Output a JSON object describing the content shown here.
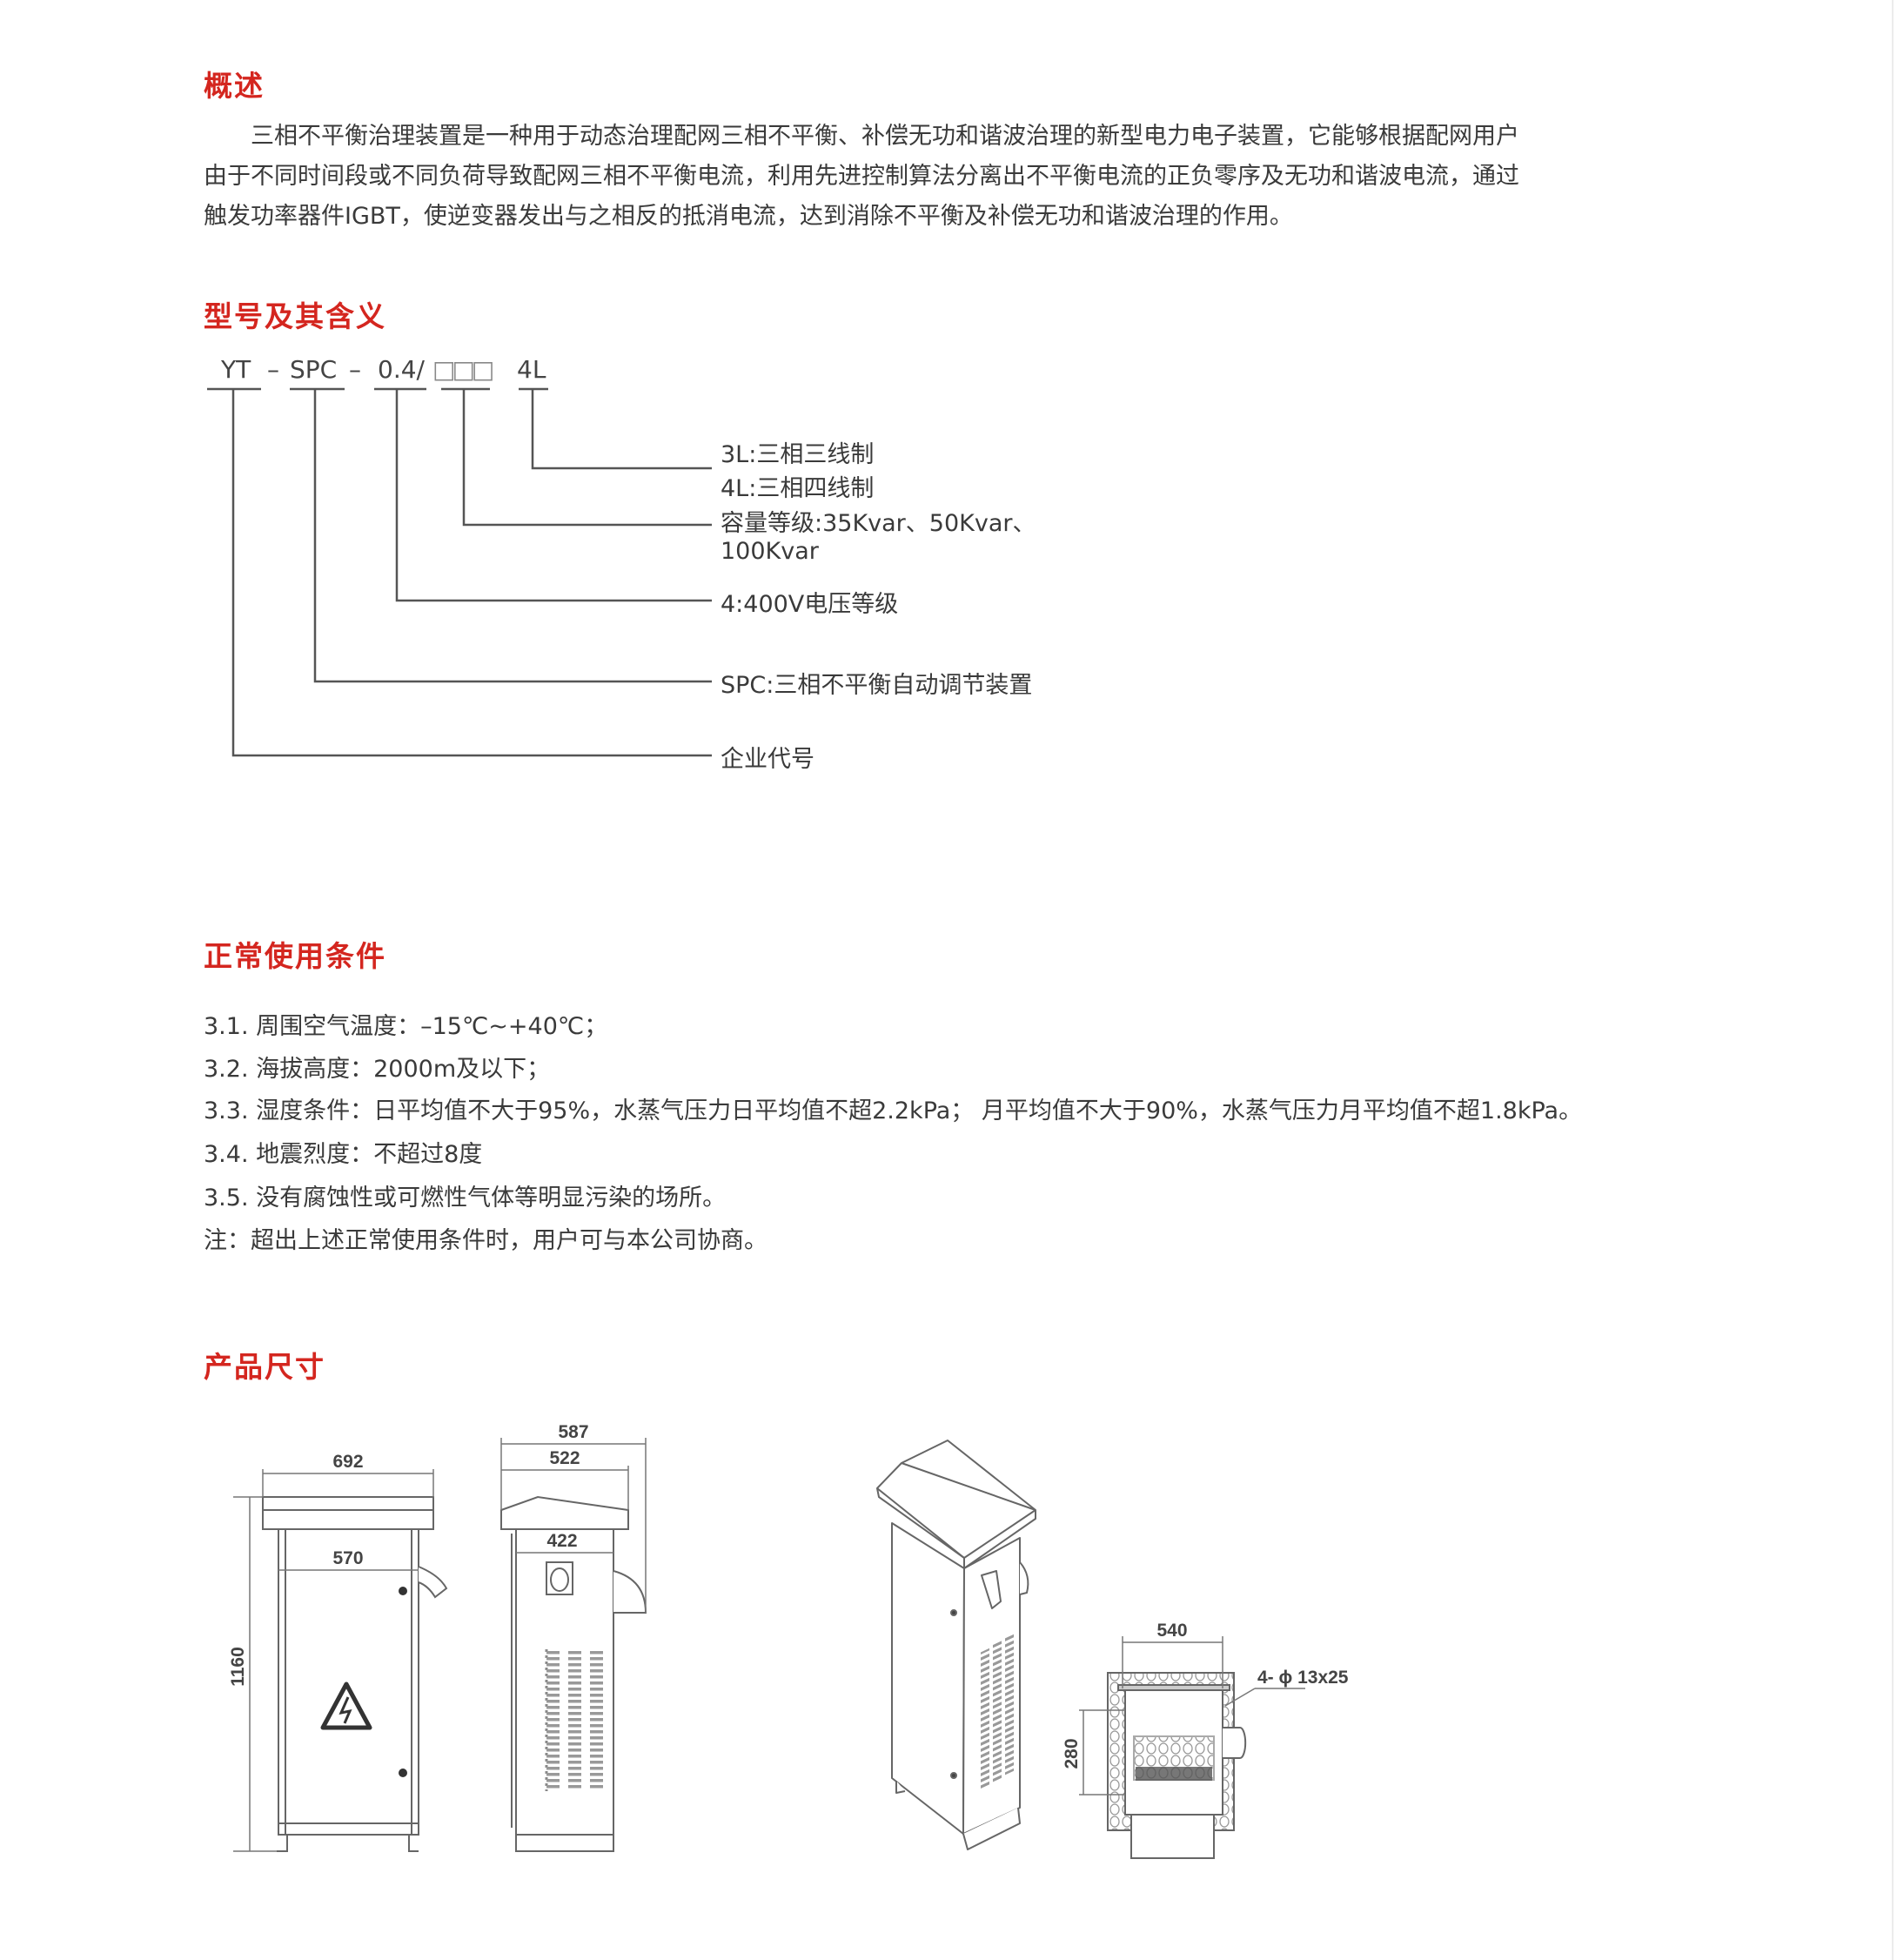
{
  "overview": {
    "heading": "概述",
    "lines": [
      "　　三相不平衡治理装置是一种用于动态治理配网三相不平衡、补偿无功和谐波治理的新型电力电子装置，它能够根据配网用户",
      "由于不同时间段或不同负荷导致配网三相不平衡电流，利用先进控制算法分离出不平衡电流的正负零序及无功和谐波电流，通过",
      "触发功率器件IGBT，使逆变器发出与之相反的抵消电流，达到消除不平衡及补偿无功和谐波治理的作用。"
    ]
  },
  "model": {
    "heading": "型号及其含义",
    "code": {
      "p1": "YT",
      "d1": "–",
      "p2": "SPC",
      "d2": "–",
      "p3": "0.4/",
      "p4": "□□□",
      "p5": "4L"
    },
    "labels": {
      "wiring_3l": "3L:三相三线制",
      "wiring_4l": "4L:三相四线制",
      "capacity": "容量等级:35Kvar、50Kvar、",
      "capacity_cont": "100Kvar",
      "voltage": "4:400V电压等级",
      "spc": "SPC:三相不平衡自动调节装置",
      "company": "企业代号"
    }
  },
  "conditions": {
    "heading": "正常使用条件",
    "items": [
      "3.1. 周围空气温度：–15℃~+40℃；",
      "3.2. 海拔高度：2000m及以下；",
      "3.3. 湿度条件：日平均值不大于95%，水蒸气压力日平均值不超2.2kPa；  月平均值不大于90%，水蒸气压力月平均值不超1.8kPa。",
      "3.4. 地震烈度：不超过8度",
      "3.5. 没有腐蚀性或可燃性气体等明显污染的场所。",
      "注：超出上述正常使用条件时，用户可与本公司协商。"
    ]
  },
  "dimensions": {
    "heading": "产品尺寸",
    "front": {
      "width_top": "692",
      "width_body": "570",
      "height": "1160"
    },
    "side": {
      "depth_total": "587",
      "depth_roof": "522",
      "depth_body": "422"
    },
    "bottom": {
      "width": "540",
      "depth": "280",
      "holes": "4- ϕ 13x25"
    },
    "accent_color": "#d4261f"
  }
}
